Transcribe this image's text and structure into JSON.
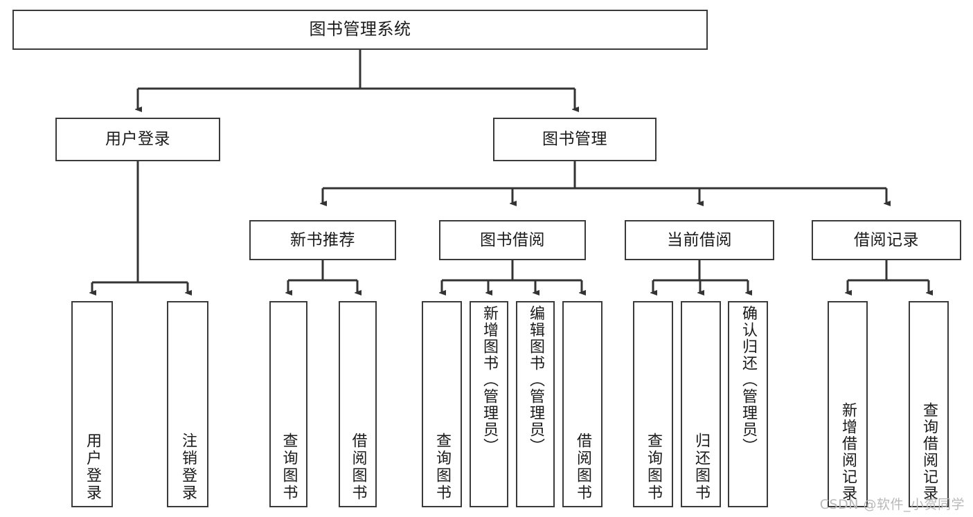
{
  "diagram": {
    "type": "tree",
    "title": "图书管理系统",
    "orientation": "top-down",
    "colors": {
      "box_border": "#3a3a3a",
      "box_fill": "#ffffff",
      "connector": "#333333",
      "text": "#1a1a1a",
      "watermark": "#b9b9b9",
      "background": "#ffffff"
    }
  },
  "watermark": {
    "text": "CSDN @软件_小贺同学"
  },
  "nodes": {
    "root": {
      "label": "图书管理系统"
    },
    "level2": [
      {
        "label": "用户登录"
      },
      {
        "label": "图书管理"
      }
    ],
    "level3": [
      {
        "label": "新书推荐"
      },
      {
        "label": "图书借阅"
      },
      {
        "label": "当前借阅"
      },
      {
        "label": "借阅记录"
      }
    ],
    "leaves": {
      "user_login": [
        {
          "label": "用户登录"
        },
        {
          "label": "注销登录"
        }
      ],
      "new_book_recommend": [
        {
          "label": "查询图书"
        },
        {
          "label": "借阅图书"
        }
      ],
      "book_borrow": [
        {
          "label": "查询图书"
        },
        {
          "label": "新增图书（管理员）"
        },
        {
          "label": "编辑图书（管理员）"
        },
        {
          "label": "借阅图书"
        }
      ],
      "current_borrow": [
        {
          "label": "查询图书"
        },
        {
          "label": "归还图书"
        },
        {
          "label": "确认归还（管理员）"
        }
      ],
      "borrow_record": [
        {
          "label": "新增借阅记录"
        },
        {
          "label": "查询借阅记录"
        }
      ]
    }
  }
}
